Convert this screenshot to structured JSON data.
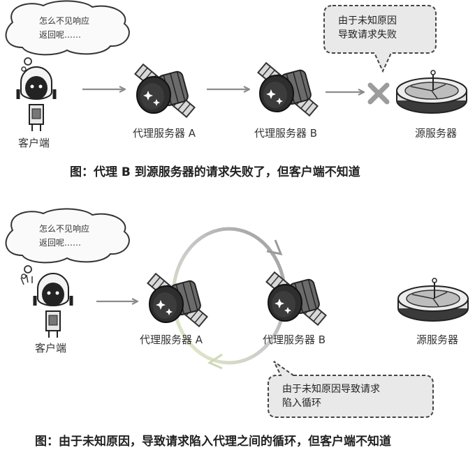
{
  "diagram1": {
    "thought_line1": "怎么不见响应",
    "thought_line2": "返回呢……",
    "client_label": "客户端",
    "proxy_a_label": "代理服务器 A",
    "proxy_b_label": "代理服务器 B",
    "origin_label": "源服务器",
    "callout_line1": "由于未知原因",
    "callout_line2": "导致请求失败",
    "caption": "图：代理 B 到源服务器的请求失败了，但客户端不知道"
  },
  "diagram2": {
    "thought_line1": "怎么不见响应",
    "thought_line2": "返回呢……",
    "client_label": "客户端",
    "proxy_a_label": "代理服务器 A",
    "proxy_b_label": "代理服务器 B",
    "origin_label": "源服务器",
    "callout_line1": "由于未知原因导致请求",
    "callout_line2": "陷入循环",
    "caption": "图：由于未知原因，导致请求陷入代理之间的循环，但客户端不知道"
  },
  "colors": {
    "arrow": "#8c8c8c",
    "loop_start": "#e4efc6",
    "loop_end": "#9a9a9a",
    "callout_fill": "#e9e9e9",
    "fail_mark": "#9c9c9c",
    "satellite_dark": "#3a3a3a"
  }
}
